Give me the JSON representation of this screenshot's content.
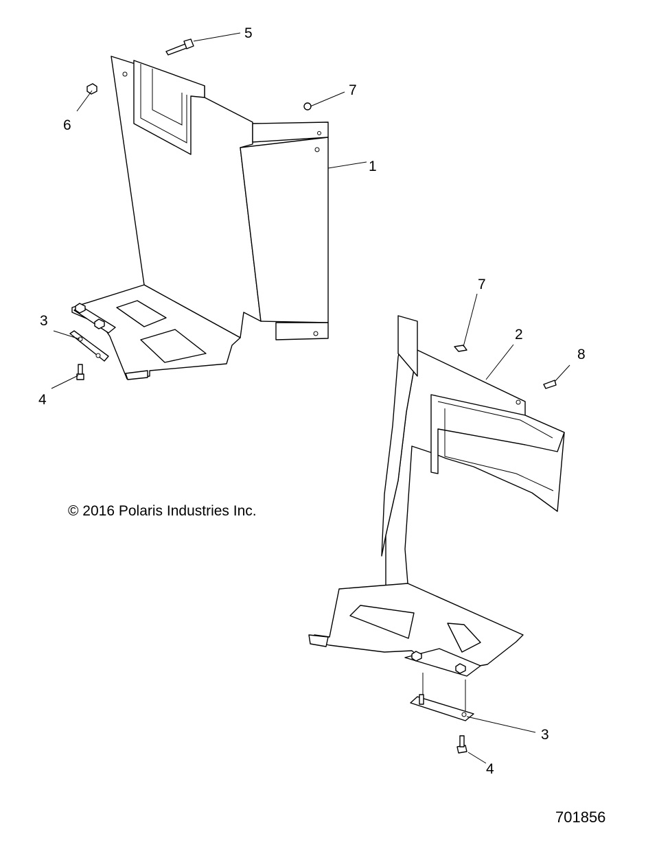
{
  "diagram": {
    "callouts": {
      "left_1": "1",
      "left_3": "3",
      "left_4": "4",
      "left_5": "5",
      "left_6": "6",
      "left_7": "7",
      "right_2": "2",
      "right_3": "3",
      "right_4": "4",
      "right_7": "7",
      "right_8": "8"
    },
    "copyright": "© 2016 Polaris Industries Inc.",
    "drawing_number": "701856"
  }
}
